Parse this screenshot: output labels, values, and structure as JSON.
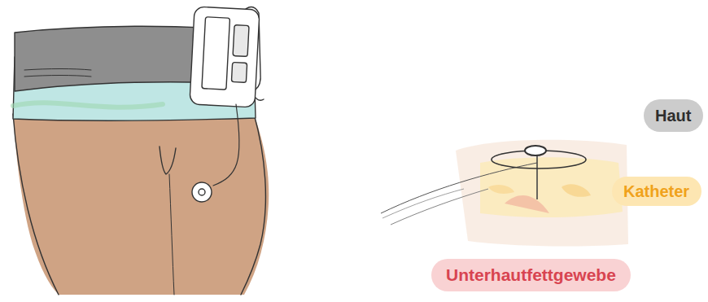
{
  "diagram": {
    "nodes": [
      {
        "text": [
          "Haut"
        ]
      },
      {
        "text": [
          "Katheter"
        ]
      },
      {
        "text": [
          "Unterhautfettgewebe"
        ]
      }
    ]
  }
}
